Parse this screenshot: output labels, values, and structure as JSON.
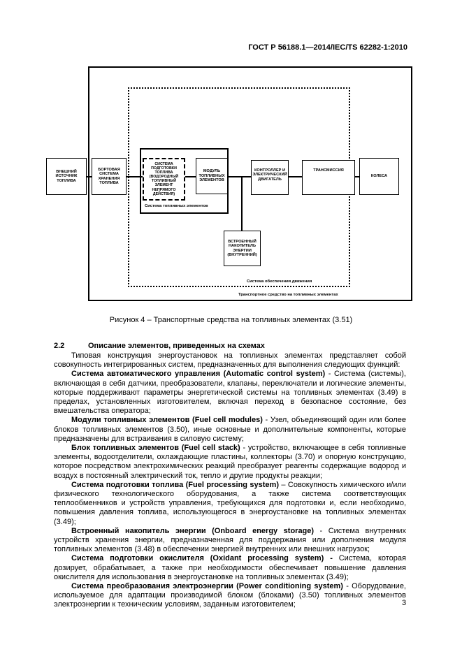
{
  "header": {
    "doc_id": "ГОСТ Р 56188.1—2014/IEC/TS 62282-1:2010"
  },
  "diagram": {
    "boxes": {
      "external_fuel": "ВНЕШНИЙ ИСТОЧНИК ТОПЛИВА",
      "onboard_storage": "БОРТОВАЯ СИСТЕМА ХРАНЕНИЯ ТОПЛИВА",
      "fuel_processing": "СИСТЕМА ПОДГОТОВКИ ТОПЛИВА (ВОДОРОДНЫЙ ТОПЛИВНЫЙ ЭЛЕМЕНТ НЕПРЯМОГО ДЕЙСТВИЯ)",
      "fuel_cell_module": "МОДУЛЬ ТОПЛИВНЫХ ЭЛЕМЕНТОВ",
      "controller_motor": "КОНТРОЛЛЕР И ЭЛЕКТРИЧЕСКИЙ ДВИГАТЕЛЬ",
      "transmission": "ТРАНСМИССИЯ",
      "wheels": "КОЛЕСА",
      "energy_storage": "ВСТРОЕННЫЙ НАКОПИТЕЛЬ ЭНЕРГИИ (ВНУТРЕННИЙ)"
    },
    "fuel_cell_system_label": "Система топливных элементов",
    "propulsion_system_label": "Система обеспечения движения",
    "vehicle_label": "Транспортное средство на топливных элементах"
  },
  "caption": "Рисунок 4 – Транспортные средства на топливных элементах (3.51)",
  "section": {
    "number": "2.2",
    "title": "Описание элементов, приведенных на схемах"
  },
  "paragraphs": [
    {
      "term": "",
      "text": "Типовая конструкция энергоустановок на топливных элементах представляет собой совокупность интегрированных систем, предназначенных для выполнения следующих функций:"
    },
    {
      "term": "Система автоматического управления (Automatic control system)",
      "text": " - Система (системы), включающая в себя датчики, преобразователи, клапаны, переключатели и логические элементы, которые поддерживают параметры энергетической системы на топливных элементах (3.49) в пределах, установленных изготовителем, включая переход в безопасное состояние, без вмешательства оператора;"
    },
    {
      "term": "Модули топливных элементов (Fuel cell modules)",
      "text": " - Узел, объединяющий один или более блоков топливных элементов (3.50), иные основные и дополнительные компоненты, которые предназначены для встраивания в силовую систему;"
    },
    {
      "term": "Блок топливных элементов (Fuel cell stack)",
      "text": " - устройство, включающее в себя топливные элементы, водоотделители, охлаждающие пластины, коллекторы (3.70) и опорную конструкцию, которое посредством электрохимических реакций преобразует реагенты содержащие водород и воздух в постоянный электрический ток, тепло и другие продукты реакции;"
    },
    {
      "term": "Система подготовки топлива (Fuel processing system)",
      "text": " – Совокупность химического и/или физического технологического оборудования, а также система соответствующих теплообменников и устройств управления, требующихся для подготовки и, если необходимо, повышения давления топлива, использующегося в энергоустановке на топливных элементах (3.49);"
    },
    {
      "term": "Встроенный накопитель энергии (Onboard energy storage)",
      "text": " - Система внутренних устройств хранения энергии, предназначенная для поддержания или дополнения модуля топливных элементов (3.48) в обеспечении энергией внутренних или внешних нагрузок;"
    },
    {
      "term": "Система подготовки окислителя (Oxidant processing system) -",
      "text": " Система, которая дозирует, обрабатывает, а также при необходимости обеспечивает повышение давления окислителя для использования в энергоустановке на топливных элементах (3.49);"
    },
    {
      "term": "Система преобразования электроэнергии (Power conditioning system)",
      "text": " - Оборудование, используемое для адаптации производимой блоком (блоками) (3.50) топливных элементов электроэнергии к техническим условиям, заданным изготовителем;"
    }
  ],
  "page_number": "3"
}
